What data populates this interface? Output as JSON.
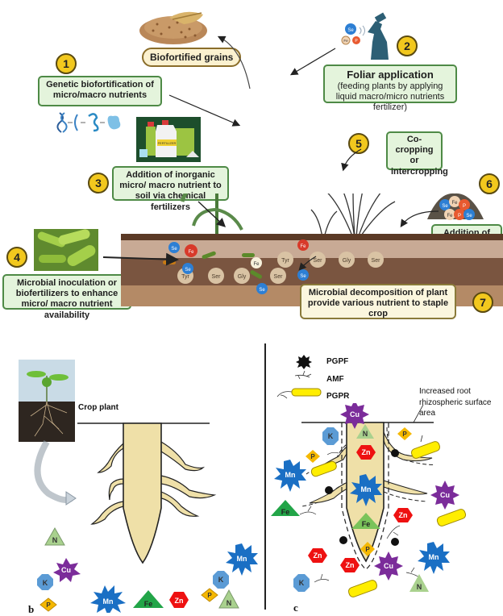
{
  "panel_a": {
    "grains_label": "Biofortified grains",
    "steps": [
      {
        "number": "1",
        "text": "Genetic biofortification of micro/macro nutrients"
      },
      {
        "number": "2",
        "title": "Foliar application",
        "text": "(feeding plants by applying liquid macro/micro nutrients  fertilizer)"
      },
      {
        "number": "3",
        "text": "Addition of inorganic micro/ macro nutrient to soil via chemical fertilizers"
      },
      {
        "number": "4",
        "text": "Microbial inoculation or biofertilizers to enhance micro/ macro nutrient availability"
      },
      {
        "number": "5",
        "text": "Co-cropping or intercropping"
      },
      {
        "number": "6",
        "text": "Addition of material enriched green manure to soil"
      },
      {
        "number": "7",
        "text": "Microbial decomposition of plant provide various nutrient to staple crop"
      }
    ],
    "fertilizer_label": "FERTILIZER",
    "spray_nutrients": [
      "Se",
      "Fe",
      "P"
    ],
    "manure_nutrients": [
      "Se",
      "Fe",
      "P",
      "Fe",
      "P",
      "Se"
    ],
    "soil_amino_acids": [
      "Tyr",
      "Ser",
      "Gly",
      "Ser",
      "Tyr",
      "Ser",
      "Gly",
      "Ser"
    ],
    "soil_nutrients": [
      "Se",
      "Fe",
      "Fe",
      "Se",
      "Fe",
      "Se",
      "Se"
    ]
  },
  "panel_b": {
    "letter": "b",
    "crop_plant_label": "Crop plant",
    "nutrients": [
      "N",
      "Cu",
      "K",
      "P",
      "Mn",
      "Fe",
      "Zn",
      "K",
      "P",
      "N",
      "Mn"
    ]
  },
  "panel_c": {
    "letter": "c",
    "legend": [
      {
        "symbol": "pgpf",
        "label": "PGPF"
      },
      {
        "symbol": "amf",
        "label": "AMF"
      },
      {
        "symbol": "pgpr",
        "label": "PGPR"
      }
    ],
    "annotation": "Increased root rhizospheric surface area",
    "nutrients": [
      "Cu",
      "N",
      "K",
      "P",
      "P",
      "Zn",
      "Mn",
      "Mn",
      "Cu",
      "Fe",
      "Fe",
      "Zn",
      "P",
      "Zn",
      "Zn",
      "Cu",
      "Mn",
      "K",
      "N"
    ]
  },
  "colors": {
    "badge": "#f2c81e",
    "green_box": "#e4f4dc",
    "cream_box": "#fbf6de",
    "root": "#efe0a8",
    "mn": "#1a6fc4",
    "zn": "#ee1111",
    "cu": "#7b2c9a",
    "k": "#5b9bd5",
    "p": "#f5b800",
    "fe": "#22a548",
    "n": "#a9d18e",
    "pgpr": "#ffee00"
  }
}
